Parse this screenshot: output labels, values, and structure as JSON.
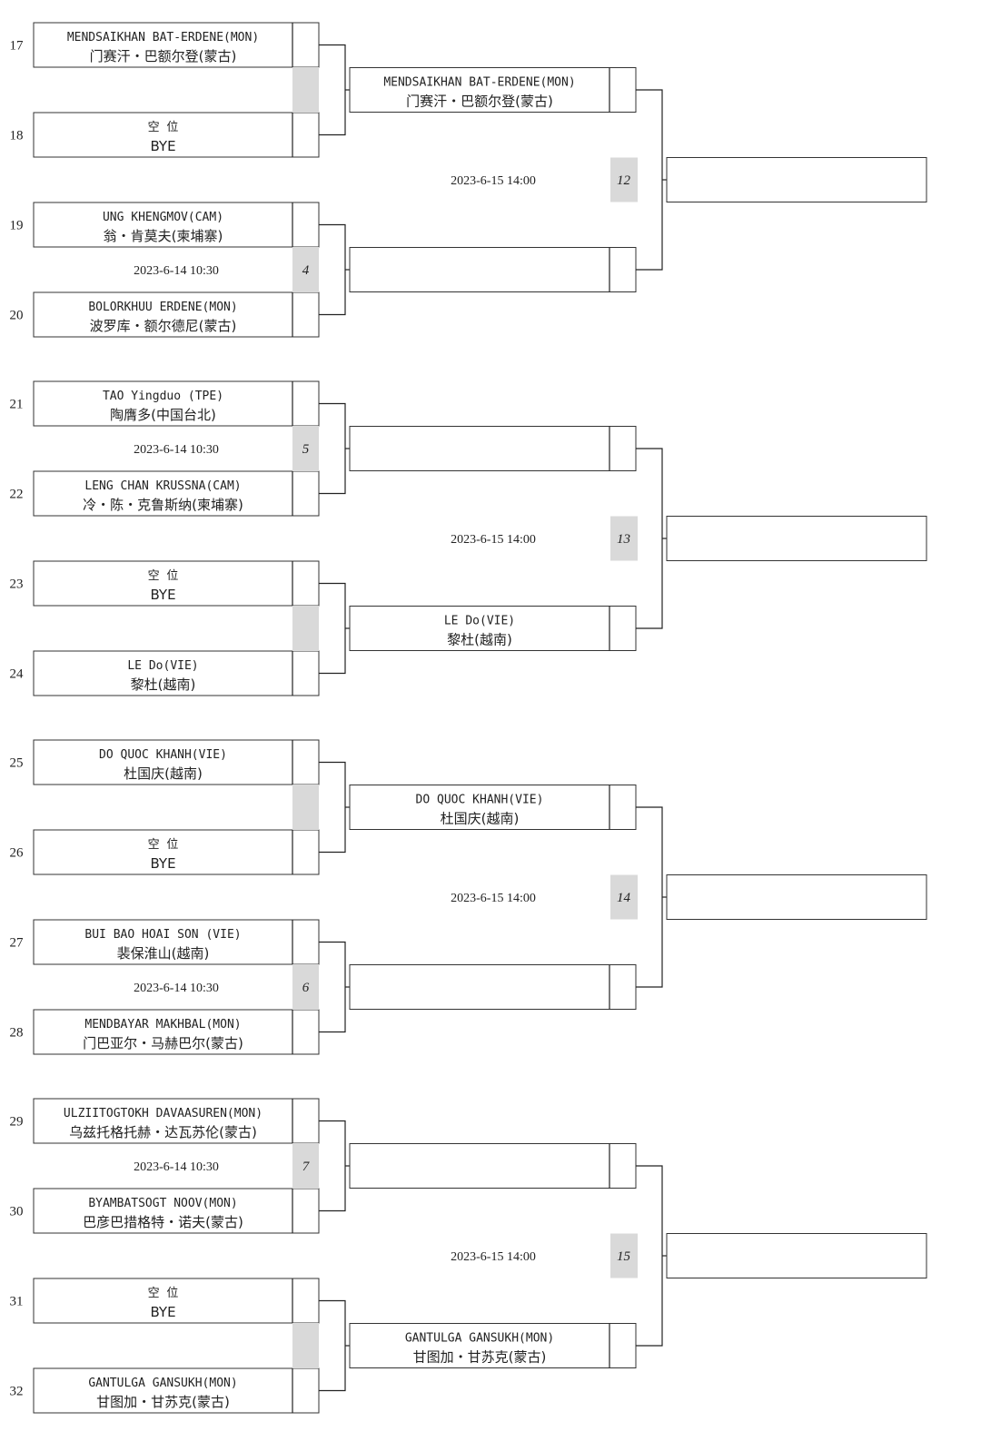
{
  "entries": [
    {
      "seed": "17",
      "line1": "MENDSAIKHAN BAT-ERDENE(MON)",
      "line2": "门赛汗・巴额尔登(蒙古)"
    },
    {
      "seed": "18",
      "line1": "空 位",
      "line2": "BYE"
    },
    {
      "seed": "19",
      "line1": "UNG KHENGMOV(CAM)",
      "line2": "翁・肯莫夫(柬埔寨)"
    },
    {
      "seed": "20",
      "line1": "BOLORKHUU ERDENE(MON)",
      "line2": "波罗库・额尔德尼(蒙古)"
    },
    {
      "seed": "21",
      "line1": "TAO Yingduo (TPE)",
      "line2": "陶膺多(中国台北)"
    },
    {
      "seed": "22",
      "line1": "LENG CHAN KRUSSNA(CAM)",
      "line2": "冷・陈・克鲁斯纳(柬埔寨)"
    },
    {
      "seed": "23",
      "line1": "空 位",
      "line2": "BYE"
    },
    {
      "seed": "24",
      "line1": "LE Do(VIE)",
      "line2": "黎杜(越南)"
    },
    {
      "seed": "25",
      "line1": "DO QUOC KHANH(VIE)",
      "line2": "杜国庆(越南)"
    },
    {
      "seed": "26",
      "line1": "空 位",
      "line2": "BYE"
    },
    {
      "seed": "27",
      "line1": "BUI BAO HOAI SON (VIE)",
      "line2": "裴保淮山(越南)"
    },
    {
      "seed": "28",
      "line1": "MENDBAYAR MAKHBAL(MON)",
      "line2": "门巴亚尔・马赫巴尔(蒙古)"
    },
    {
      "seed": "29",
      "line1": "ULZIITOGTOKH DAVAASUREN(MON)",
      "line2": "乌兹托格托赫・达瓦苏伦(蒙古)"
    },
    {
      "seed": "30",
      "line1": "BYAMBATSOGT NOOV(MON)",
      "line2": "巴彦巴措格特・诺夫(蒙古)"
    },
    {
      "seed": "31",
      "line1": "空 位",
      "line2": "BYE"
    },
    {
      "seed": "32",
      "line1": "GANTULGA GANSUKH(MON)",
      "line2": "甘图加・甘苏克(蒙古)"
    }
  ],
  "round1_matches": [
    {
      "number": "",
      "time": ""
    },
    {
      "number": "4",
      "time": "2023-6-14 10:30"
    },
    {
      "number": "5",
      "time": "2023-6-14 10:30"
    },
    {
      "number": "",
      "time": ""
    },
    {
      "number": "",
      "time": ""
    },
    {
      "number": "6",
      "time": "2023-6-14 10:30"
    },
    {
      "number": "7",
      "time": "2023-6-14 10:30"
    },
    {
      "number": "",
      "time": ""
    }
  ],
  "round2_entries": [
    {
      "line1": "MENDSAIKHAN BAT-ERDENE(MON)",
      "line2": "门赛汗・巴额尔登(蒙古)"
    },
    {
      "line1": "",
      "line2": ""
    },
    {
      "line1": "",
      "line2": ""
    },
    {
      "line1": "LE Do(VIE)",
      "line2": "黎杜(越南)"
    },
    {
      "line1": "DO QUOC KHANH(VIE)",
      "line2": "杜国庆(越南)"
    },
    {
      "line1": "",
      "line2": ""
    },
    {
      "line1": "",
      "line2": ""
    },
    {
      "line1": "GANTULGA GANSUKH(MON)",
      "line2": "甘图加・甘苏克(蒙古)"
    }
  ],
  "round2_matches": [
    {
      "number": "12",
      "time": "2023-6-15 14:00"
    },
    {
      "number": "13",
      "time": "2023-6-15 14:00"
    },
    {
      "number": "14",
      "time": "2023-6-15 14:00"
    },
    {
      "number": "15",
      "time": "2023-6-15 14:00"
    }
  ],
  "round3_entries": [
    {
      "line1": "",
      "line2": ""
    },
    {
      "line1": "",
      "line2": ""
    },
    {
      "line1": "",
      "line2": ""
    },
    {
      "line1": "",
      "line2": ""
    }
  ],
  "colors": {
    "grey_cell": "#d9d9d9",
    "line": "#222222"
  }
}
